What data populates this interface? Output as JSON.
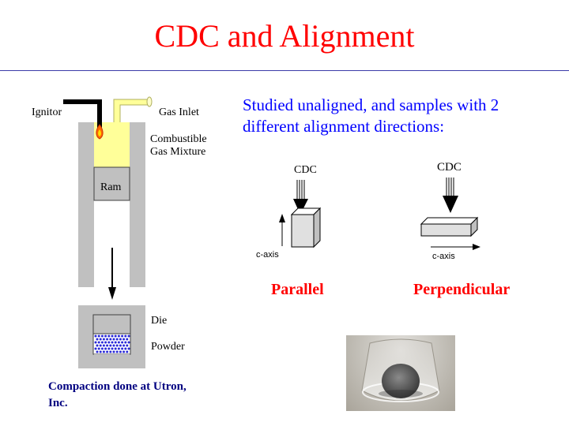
{
  "title": "CDC and Alignment",
  "colors": {
    "title": "#ff0000",
    "rule": "#3a3aa8",
    "description": "#0000ff",
    "parallel": "#ff0000",
    "perpendicular": "#ff0000",
    "credit": "#000080",
    "cylinder_wall": "#c0c0c0",
    "gas_mixture": "#ffff99",
    "powder": "#2a2ad8"
  },
  "apparatus": {
    "ignitor_label": "Ignitor",
    "gas_inlet_label": "Gas Inlet",
    "combustible_label_line1": "Combustible",
    "combustible_label_line2": "Gas Mixture",
    "ram_label": "Ram",
    "die_label": "Die",
    "powder_label": "Powder"
  },
  "credit": "Compaction done at Utron, Inc.",
  "description": "Studied unaligned, and samples with 2 different alignment directions:",
  "parallel": {
    "cdc_label": "CDC",
    "axis_label": "c-axis",
    "caption": "Parallel"
  },
  "perpendicular": {
    "cdc_label": "CDC",
    "axis_label": "c-axis",
    "caption": "Perpendicular"
  },
  "photo": {
    "subject": "compacted-pellet-photo"
  }
}
